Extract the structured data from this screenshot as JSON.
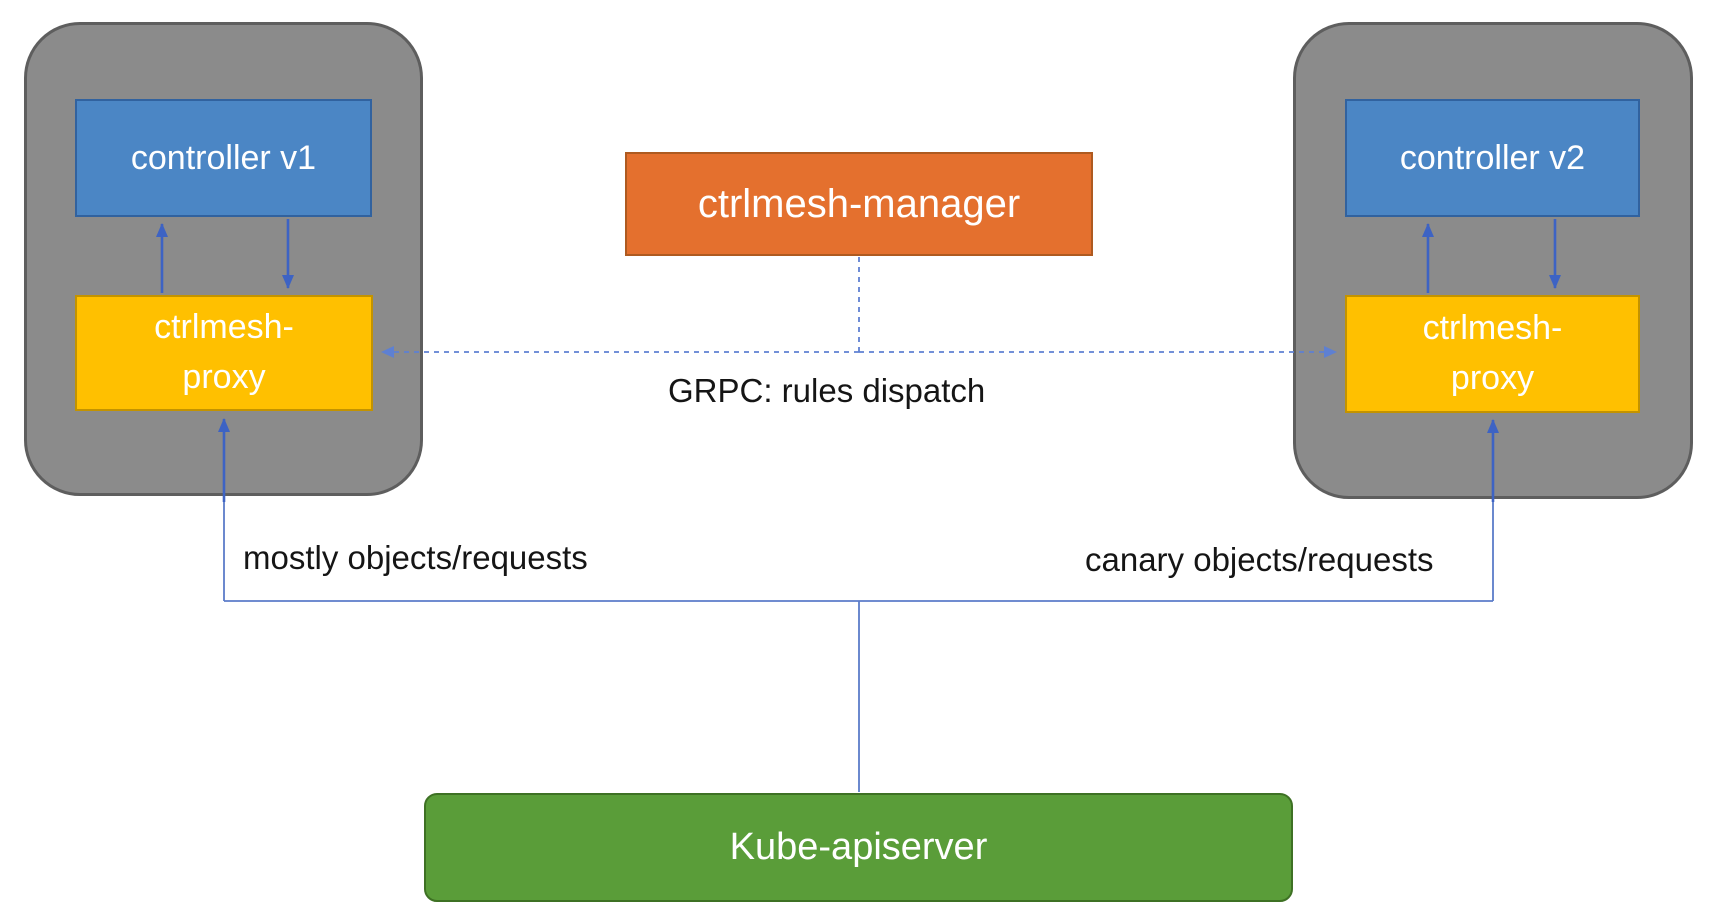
{
  "colors": {
    "pod_fill": "#8B8B8B",
    "pod_border": "#5E5E5E",
    "controller_fill": "#4B86C5",
    "controller_border": "#31629F",
    "proxy_fill": "#FFC000",
    "proxy_border": "#C39300",
    "manager_fill": "#E4702E",
    "manager_border": "#AE5A20",
    "apiserver_fill": "#5A9D39",
    "apiserver_border": "#3E7124",
    "arrow": "#3D63C4",
    "connector": "#5B7CC9",
    "dashed": "#5E80D2",
    "label_text": "#151515"
  },
  "nodes": {
    "left_pod": {
      "controller": "controller v1",
      "proxy_line1": "ctrlmesh-",
      "proxy_line2": "proxy"
    },
    "right_pod": {
      "controller": "controller v2",
      "proxy_line1": "ctrlmesh-",
      "proxy_line2": "proxy"
    },
    "manager": "ctrlmesh-manager",
    "apiserver": "Kube-apiserver"
  },
  "labels": {
    "grpc": "GRPC: rules dispatch",
    "left_traffic": "mostly objects/requests",
    "right_traffic": "canary objects/requests"
  }
}
